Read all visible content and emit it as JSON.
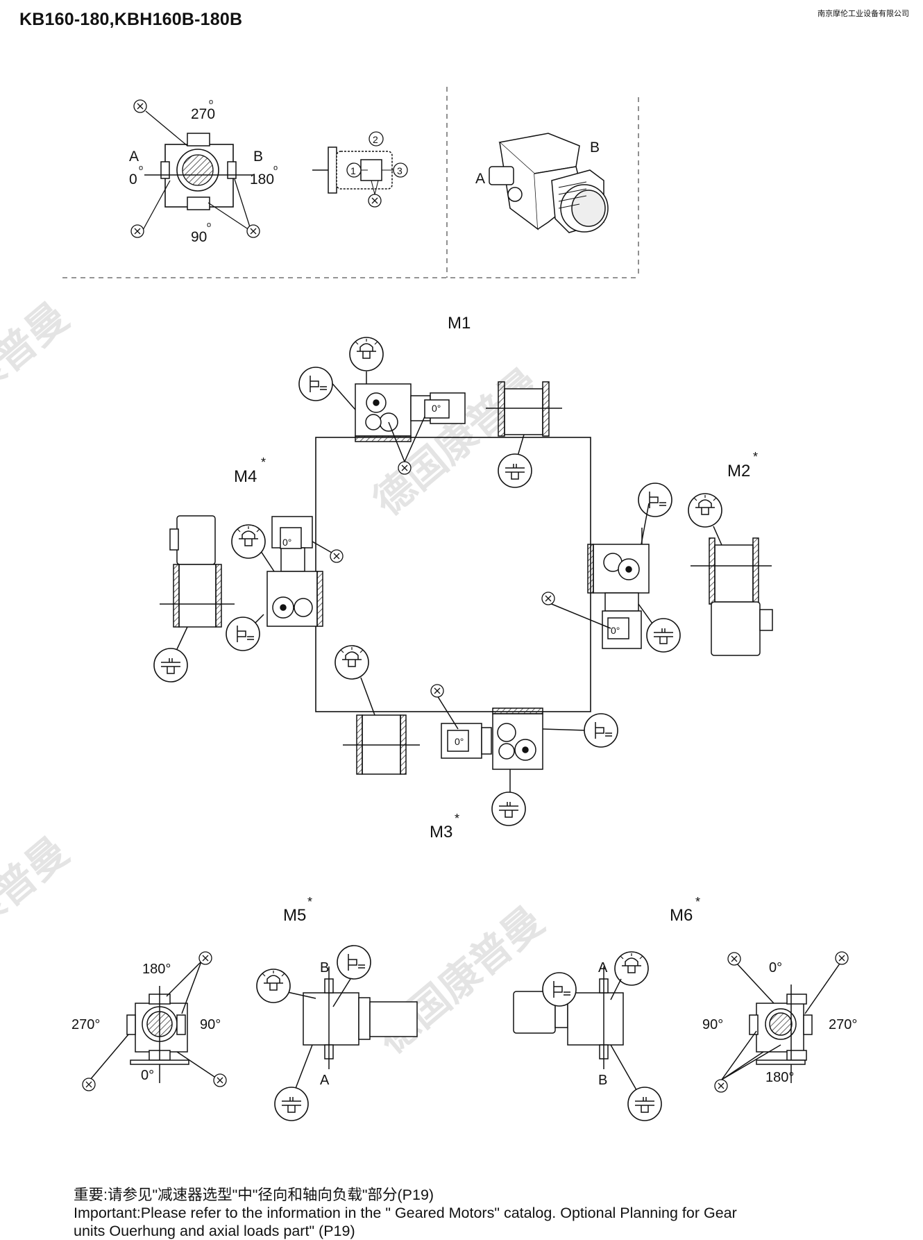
{
  "header": {
    "title": "KB160-180,KBH160B-180B",
    "company": "南京摩伦工业设备有限公司"
  },
  "top_diagram": {
    "angle_top": "270",
    "angle_bottom": "90",
    "angle_left": "0",
    "angle_right": "180",
    "side_a": "A",
    "side_b": "B",
    "terminal_1": "1",
    "terminal_2": "2",
    "terminal_3": "3",
    "x_mark": "X",
    "deg": "o",
    "iso_a": "A",
    "iso_b": "B"
  },
  "positions": {
    "m1": "M1",
    "m2": "M2",
    "m3": "M3",
    "m4": "M4",
    "m5": "M5",
    "m6": "M6",
    "star": "*",
    "zero_deg": "0°"
  },
  "m5_diagram": {
    "angle_top": "180°",
    "angle_left": "270°",
    "angle_right": "90°",
    "angle_bottom": "0°",
    "side_b": "B",
    "side_a": "A"
  },
  "m6_diagram": {
    "angle_top": "0°",
    "angle_left": "90°",
    "angle_right": "270°",
    "angle_bottom": "180°",
    "side_a": "A",
    "side_b": "B"
  },
  "watermark": "德国康普曼",
  "note": {
    "line_cn": "重要:请参见\"减速器选型\"中\"径向和轴向负载\"部分(P19)",
    "line_en_1": "Important:Please refer to the information in the \" Geared Motors\" catalog. Optional Planning for Gear",
    "line_en_2": "units Ouerhung and axial loads part\" (P19)"
  }
}
